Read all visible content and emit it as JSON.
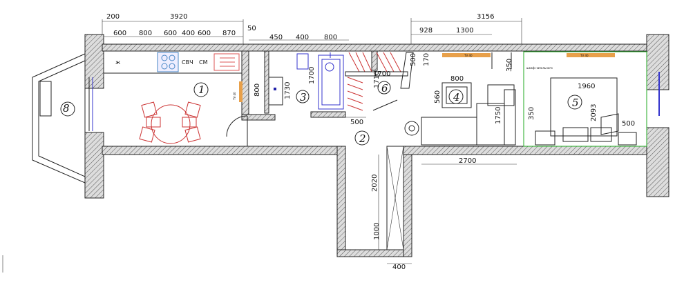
{
  "dimensions": {
    "top": [
      "200",
      "3920",
      "600",
      "800",
      "600",
      "400",
      "600",
      "870",
      "50",
      "450",
      "400",
      "800",
      "3156",
      "928",
      "1300"
    ],
    "side": [
      "800",
      "1730",
      "1700",
      "1710",
      "1700",
      "500",
      "170",
      "350",
      "560",
      "350",
      "1750",
      "2093",
      "2020",
      "1000"
    ],
    "bottom": [
      "500",
      "2700",
      "400"
    ],
    "inner": [
      "800",
      "1960",
      "500"
    ]
  },
  "rooms": [
    "1",
    "2",
    "3",
    "4",
    "5",
    "6",
    "8"
  ],
  "appliances": {
    "microwave": "СВЧ",
    "washer": "СМ",
    "cooktop": "ж"
  },
  "tv_labels": [
    "TV 40",
    "TV 40",
    "TV 40"
  ],
  "note": "шкаф напольного"
}
